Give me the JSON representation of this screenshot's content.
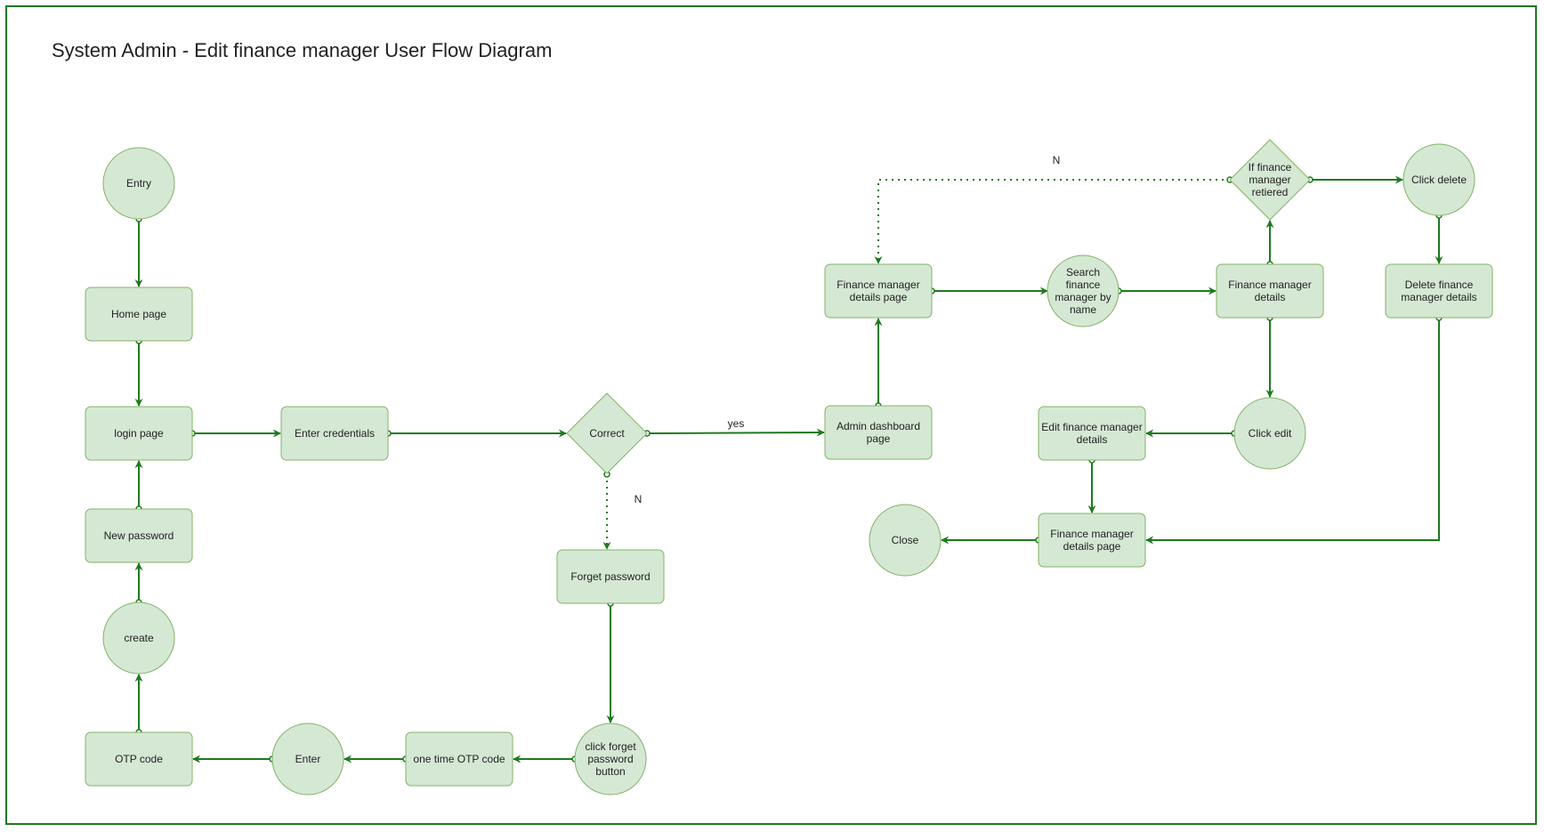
{
  "title": "System Admin - Edit finance manager User Flow Diagram",
  "colors": {
    "node_fill": "#d5e8d4",
    "node_stroke": "#82b366",
    "edge": "#1e7a1e",
    "frame": "#1e7a1e",
    "text": "#222222"
  },
  "nodes": {
    "entry": {
      "shape": "circle",
      "lines": [
        "Entry"
      ]
    },
    "home": {
      "shape": "rect",
      "lines": [
        "Home page"
      ]
    },
    "login": {
      "shape": "rect",
      "lines": [
        "login page"
      ]
    },
    "newpw": {
      "shape": "rect",
      "lines": [
        "New password"
      ]
    },
    "create": {
      "shape": "circle",
      "lines": [
        "create"
      ]
    },
    "otp": {
      "shape": "rect",
      "lines": [
        "OTP code"
      ]
    },
    "enter": {
      "shape": "circle",
      "lines": [
        "Enter"
      ]
    },
    "onetime": {
      "shape": "rect",
      "lines": [
        "one time OTP code"
      ]
    },
    "clickforget": {
      "shape": "circle",
      "lines": [
        "click forget",
        "password",
        "button"
      ]
    },
    "forget": {
      "shape": "rect",
      "lines": [
        "Forget password"
      ]
    },
    "creds": {
      "shape": "rect",
      "lines": [
        "Enter credentials"
      ]
    },
    "correct": {
      "shape": "diamond",
      "lines": [
        "Correct"
      ]
    },
    "admin": {
      "shape": "rect",
      "lines": [
        "Admin dashboard",
        "page"
      ]
    },
    "fmdp1": {
      "shape": "rect",
      "lines": [
        "Finance manager",
        "details page"
      ]
    },
    "search": {
      "shape": "circle",
      "lines": [
        "Search",
        "finance",
        "manager by",
        "name"
      ]
    },
    "fmd": {
      "shape": "rect",
      "lines": [
        "Finance manager",
        "details"
      ]
    },
    "retired": {
      "shape": "diamond",
      "lines": [
        "If finance",
        "manager",
        "retiered"
      ]
    },
    "clickdelete": {
      "shape": "circle",
      "lines": [
        "Click delete"
      ]
    },
    "deletefm": {
      "shape": "rect",
      "lines": [
        "Delete finance",
        "manager details"
      ]
    },
    "clickedit": {
      "shape": "circle",
      "lines": [
        "Click edit"
      ]
    },
    "editfm": {
      "shape": "rect",
      "lines": [
        "Edit finance manager",
        "details"
      ]
    },
    "fmdp2": {
      "shape": "rect",
      "lines": [
        "Finance manager",
        "details page"
      ]
    },
    "close": {
      "shape": "circle",
      "lines": [
        "Close"
      ]
    }
  },
  "edges": [
    {
      "from": "entry",
      "to": "home",
      "style": "solid",
      "label": ""
    },
    {
      "from": "home",
      "to": "login",
      "style": "solid",
      "label": ""
    },
    {
      "from": "login",
      "to": "creds",
      "style": "solid",
      "label": ""
    },
    {
      "from": "creds",
      "to": "correct",
      "style": "solid",
      "label": ""
    },
    {
      "from": "correct",
      "to": "admin",
      "style": "solid",
      "label": "yes"
    },
    {
      "from": "correct",
      "to": "forget",
      "style": "dotted",
      "label": "N"
    },
    {
      "from": "forget",
      "to": "clickforget",
      "style": "solid",
      "label": ""
    },
    {
      "from": "clickforget",
      "to": "onetime",
      "style": "solid",
      "label": ""
    },
    {
      "from": "onetime",
      "to": "enter",
      "style": "solid",
      "label": ""
    },
    {
      "from": "enter",
      "to": "otp",
      "style": "solid",
      "label": ""
    },
    {
      "from": "otp",
      "to": "create",
      "style": "solid",
      "label": ""
    },
    {
      "from": "create",
      "to": "newpw",
      "style": "solid",
      "label": ""
    },
    {
      "from": "newpw",
      "to": "login",
      "style": "solid",
      "label": ""
    },
    {
      "from": "admin",
      "to": "fmdp1",
      "style": "solid",
      "label": ""
    },
    {
      "from": "fmdp1",
      "to": "search",
      "style": "solid",
      "label": ""
    },
    {
      "from": "search",
      "to": "fmd",
      "style": "solid",
      "label": ""
    },
    {
      "from": "fmd",
      "to": "retired",
      "style": "solid",
      "label": ""
    },
    {
      "from": "retired",
      "to": "clickdelete",
      "style": "solid",
      "label": ""
    },
    {
      "from": "retired",
      "to": "fmdp1",
      "style": "dotted",
      "label": "N"
    },
    {
      "from": "clickdelete",
      "to": "deletefm",
      "style": "solid",
      "label": ""
    },
    {
      "from": "deletefm",
      "to": "fmdp2",
      "style": "solid",
      "label": ""
    },
    {
      "from": "fmd",
      "to": "clickedit",
      "style": "solid",
      "label": ""
    },
    {
      "from": "clickedit",
      "to": "editfm",
      "style": "solid",
      "label": ""
    },
    {
      "from": "editfm",
      "to": "fmdp2",
      "style": "solid",
      "label": ""
    },
    {
      "from": "fmdp2",
      "to": "close",
      "style": "solid",
      "label": ""
    }
  ]
}
